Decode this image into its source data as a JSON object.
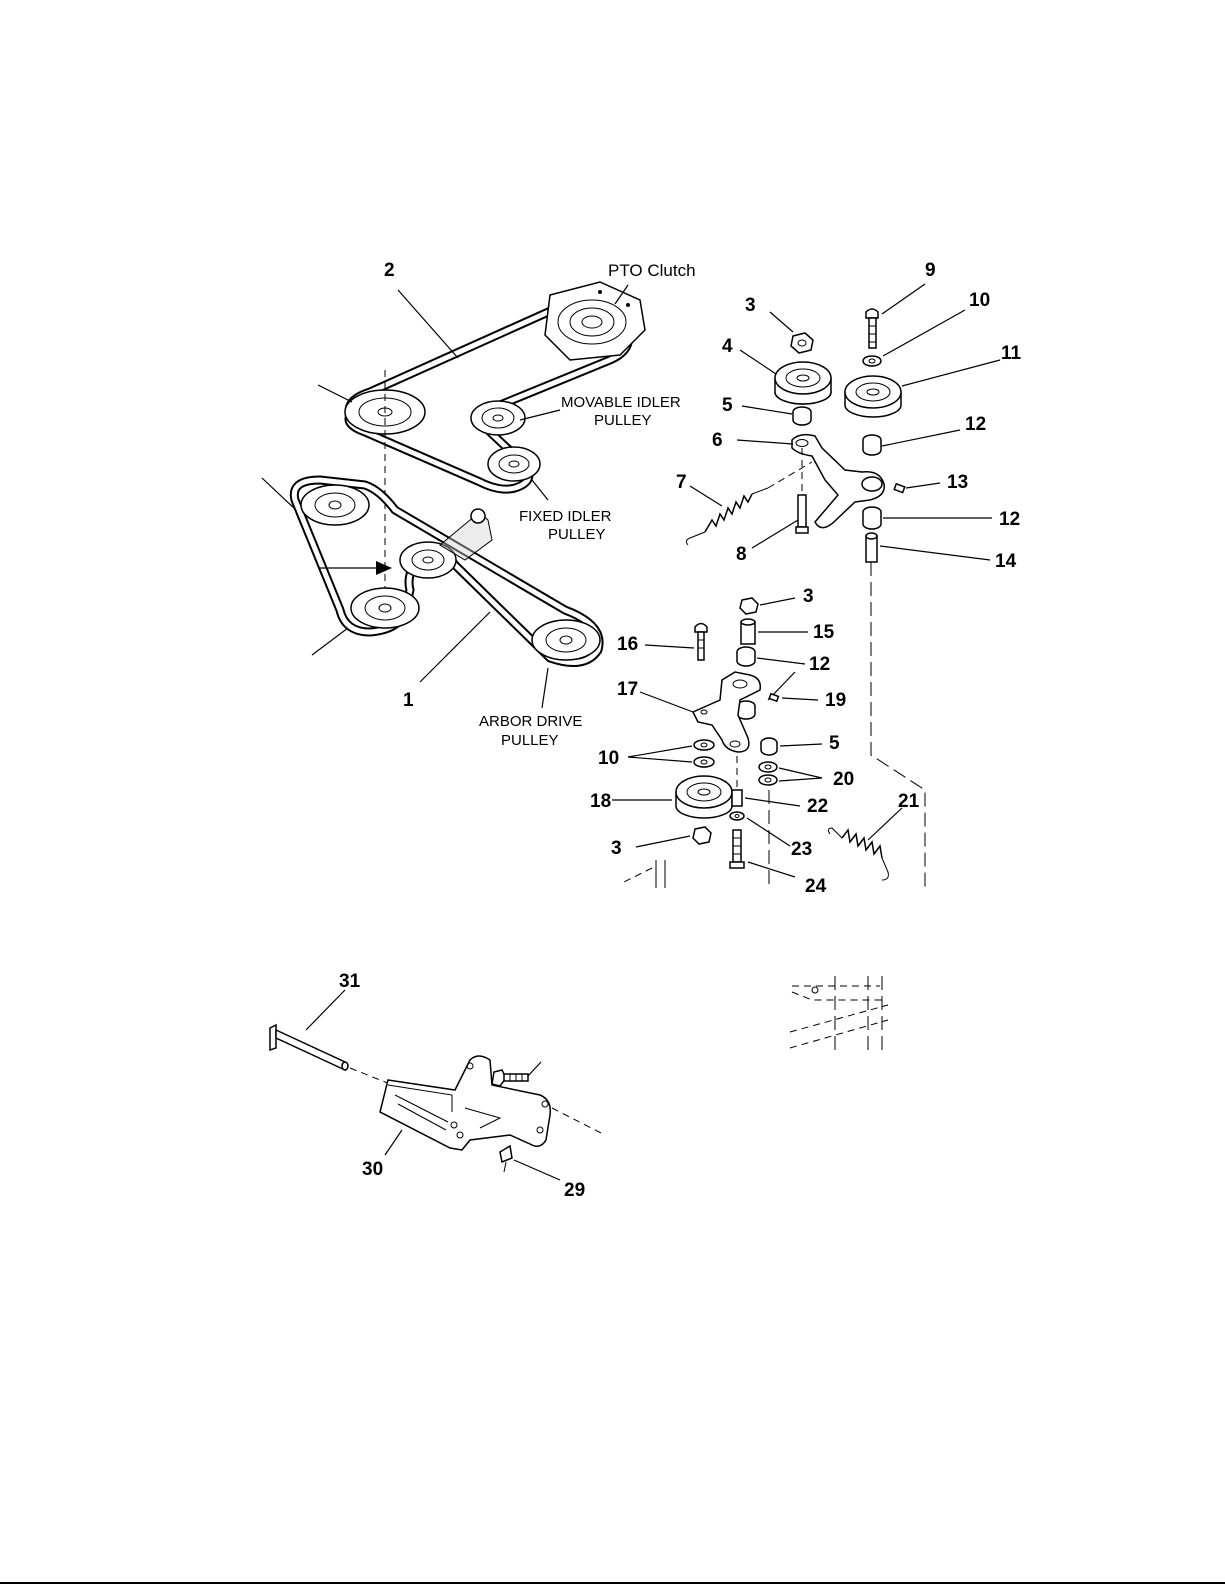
{
  "labels": {
    "pto_clutch": "PTO Clutch",
    "movable_idler_line1": "MOVABLE IDLER",
    "movable_idler_line2": "PULLEY",
    "fixed_idler_line1": "FIXED IDLER",
    "fixed_idler_line2": "PULLEY",
    "arbor_drive_line1": "ARBOR DRIVE",
    "arbor_drive_line2": "PULLEY"
  },
  "callouts": {
    "n1": "1",
    "n2": "2",
    "n3a": "3",
    "n3b": "3",
    "n3c": "3",
    "n4": "4",
    "n5a": "5",
    "n5b": "5",
    "n6": "6",
    "n7": "7",
    "n8": "8",
    "n9": "9",
    "n10a": "10",
    "n10b": "10",
    "n11": "11",
    "n12a": "12",
    "n12b": "12",
    "n12c": "12",
    "n13": "13",
    "n14": "14",
    "n15": "15",
    "n16": "16",
    "n17": "17",
    "n18": "18",
    "n19": "19",
    "n20": "20",
    "n21": "21",
    "n22": "22",
    "n23": "23",
    "n24": "24",
    "n29": "29",
    "n30": "30",
    "n31": "31"
  }
}
